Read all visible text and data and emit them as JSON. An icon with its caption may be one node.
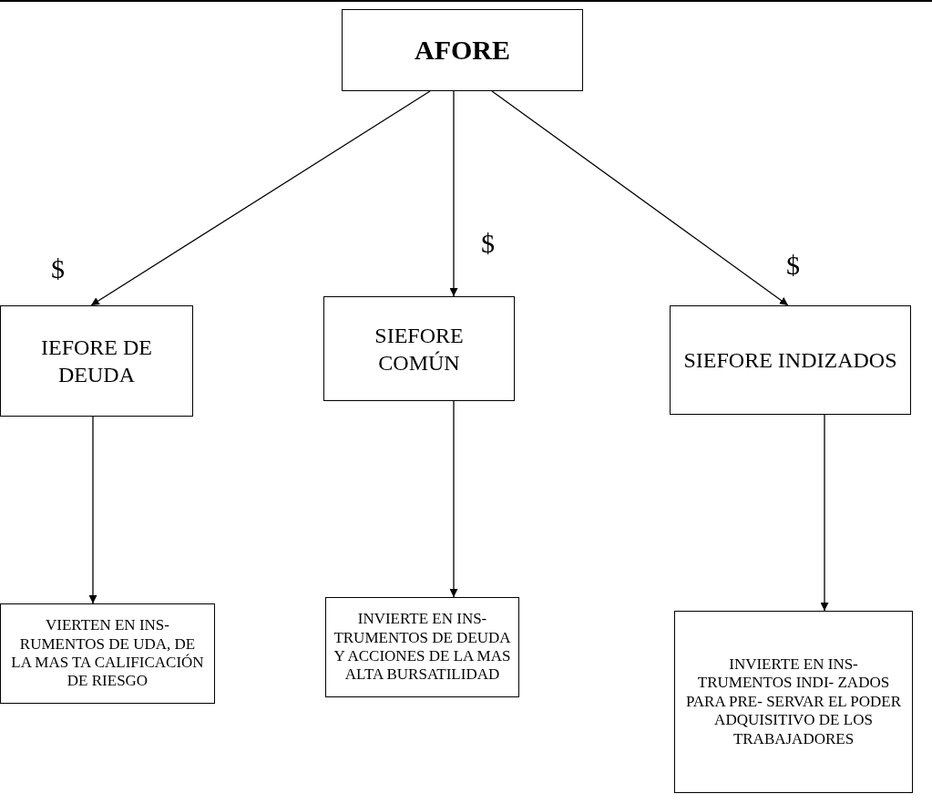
{
  "diagram": {
    "nodes": [
      {
        "text": [
          "AFORE"
        ]
      },
      {
        "text": [
          "IEFORE DE DEUDA"
        ]
      },
      {
        "text": [
          "SIEFORE COMÚN"
        ]
      },
      {
        "text": [
          "SIEFORE INDIZADOS"
        ]
      },
      {
        "text": [
          "VIERTEN EN INS- RUMENTOS DE UDA, DE LA MAS TA CALIFICACIÓN DE RIESGO"
        ]
      },
      {
        "text": [
          "INVIERTE EN INS- TRUMENTOS DE DEUDA Y ACCIONES DE LA MAS ALTA BURSATILIDAD"
        ]
      },
      {
        "text": [
          "INVIERTE EN INS- TRUMENTOS INDI- ZADOS PARA PRE- SERVAR EL PODER ADQUISITIVO DE LOS TRABAJADORES"
        ]
      }
    ],
    "edges": [
      {
        "from": 0,
        "to": 1,
        "arrow": "to"
      },
      {
        "from": 0,
        "to": 2,
        "arrow": "to"
      },
      {
        "from": 0,
        "to": 3,
        "arrow": "to"
      },
      {
        "from": 1,
        "to": 4,
        "arrow": "to"
      },
      {
        "from": 2,
        "to": 5,
        "arrow": "to"
      },
      {
        "from": 3,
        "to": 6,
        "arrow": "to"
      }
    ],
    "labels": [
      "$",
      "$",
      "$"
    ]
  }
}
